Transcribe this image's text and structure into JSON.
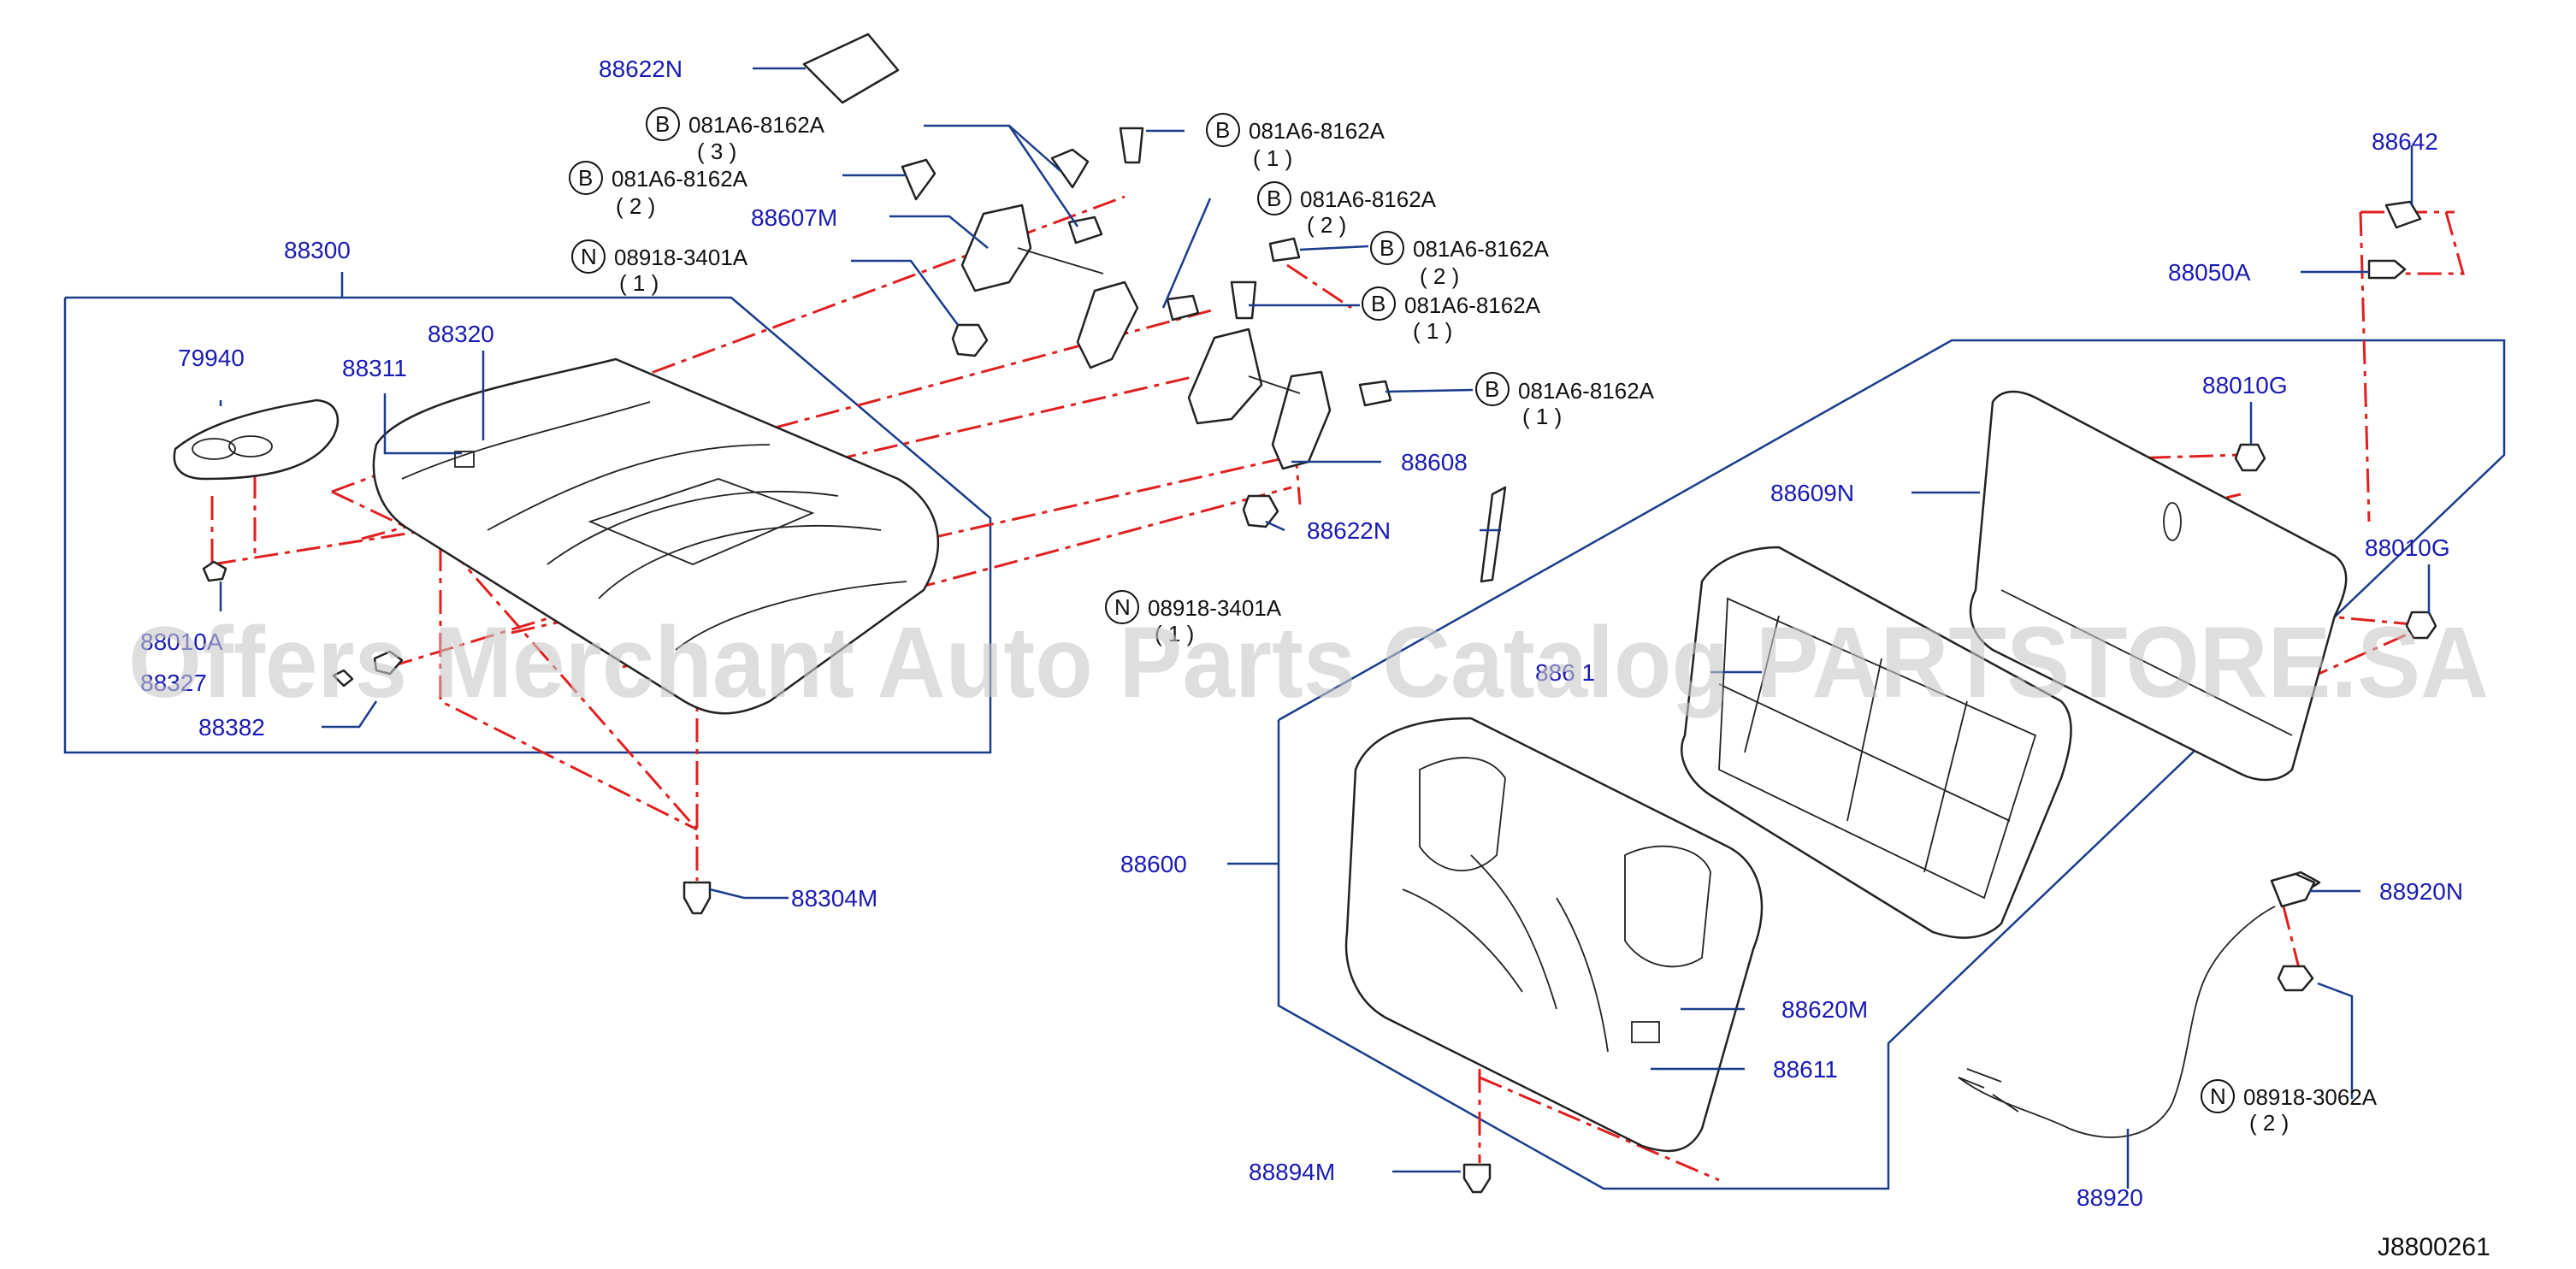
{
  "diagram_code": "J8800261",
  "watermark": "Offers Merchant Auto Parts Catalog PARTSTORE.SA",
  "labels": {
    "p88622N_top": "88622N",
    "p88300": "88300",
    "p79940": "79940",
    "p88311": "88311",
    "p88320": "88320",
    "p88607M": "88607M",
    "p88382": "88382",
    "p88304M": "88304M",
    "p88608": "88608",
    "p88622N_mid": "88622N",
    "p88642": "88642",
    "p88050A": "88050A",
    "p88010G_a": "88010G",
    "p88010G_b": "88010G",
    "p88609N": "88609N",
    "p88600": "88600",
    "p88620M": "88620M",
    "p88611": "88611",
    "p88894M": "88894M",
    "p88920N": "88920N",
    "p88920": "88920",
    "p88601_partial": "886 1",
    "p88010A_partial": "88010A",
    "p88327_partial": "88327"
  },
  "fasteners": [
    {
      "badge": "B",
      "part": "081A6-8162A",
      "qty": "( 3 )"
    },
    {
      "badge": "B",
      "part": "081A6-8162A",
      "qty": "( 2 )"
    },
    {
      "badge": "N",
      "part": "08918-3401A",
      "qty": "( 1 )"
    },
    {
      "badge": "B",
      "part": "081A6-8162A",
      "qty": "( 1 )"
    },
    {
      "badge": "B",
      "part": "081A6-8162A",
      "qty": "( 2 )"
    },
    {
      "badge": "B",
      "part": "081A6-8162A",
      "qty": "( 2 )"
    },
    {
      "badge": "B",
      "part": "081A6-8162A",
      "qty": "( 1 )"
    },
    {
      "badge": "B",
      "part": "081A6-8162A",
      "qty": "( 1 )"
    },
    {
      "badge": "N",
      "part": "08918-3401A",
      "qty": "( 1 )"
    },
    {
      "badge": "N",
      "part": "08918-3062A",
      "qty": "( 2 )"
    }
  ],
  "colors": {
    "label": "#1a1ab4",
    "leader": "#1a3c8c",
    "dash": "#e02020",
    "line": "#222222",
    "watermark": "#c8c8c8"
  }
}
